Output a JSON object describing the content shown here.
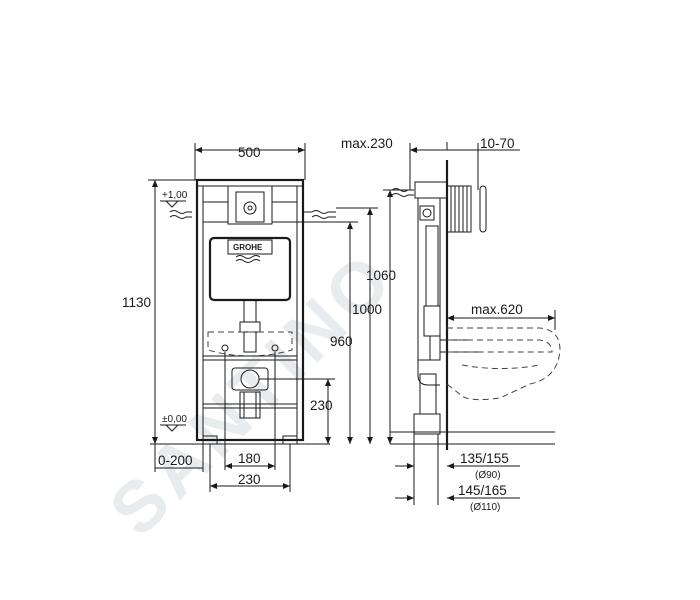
{
  "watermark": "SANTINO",
  "brand_logo": "GROHE",
  "front_view": {
    "width_label": "500",
    "height_label": "1130",
    "level_top_label": "+1,00",
    "level_zero_label": "±0,00",
    "connection_height_label": "960",
    "bolt_height_label": "1000",
    "frame_top_label": "1060",
    "drain_height_label": "230",
    "adjust_label": "0-200",
    "bolt_spacing_label": "180",
    "drain_spacing_label": "230"
  },
  "side_view": {
    "depth_label": "max.230",
    "offset_label": "10-70",
    "projection_label": "max.620",
    "pipe_90_label": "135/155",
    "pipe_90_sub": "(Ø90)",
    "pipe_110_label": "145/165",
    "pipe_110_sub": "(Ø110)"
  }
}
